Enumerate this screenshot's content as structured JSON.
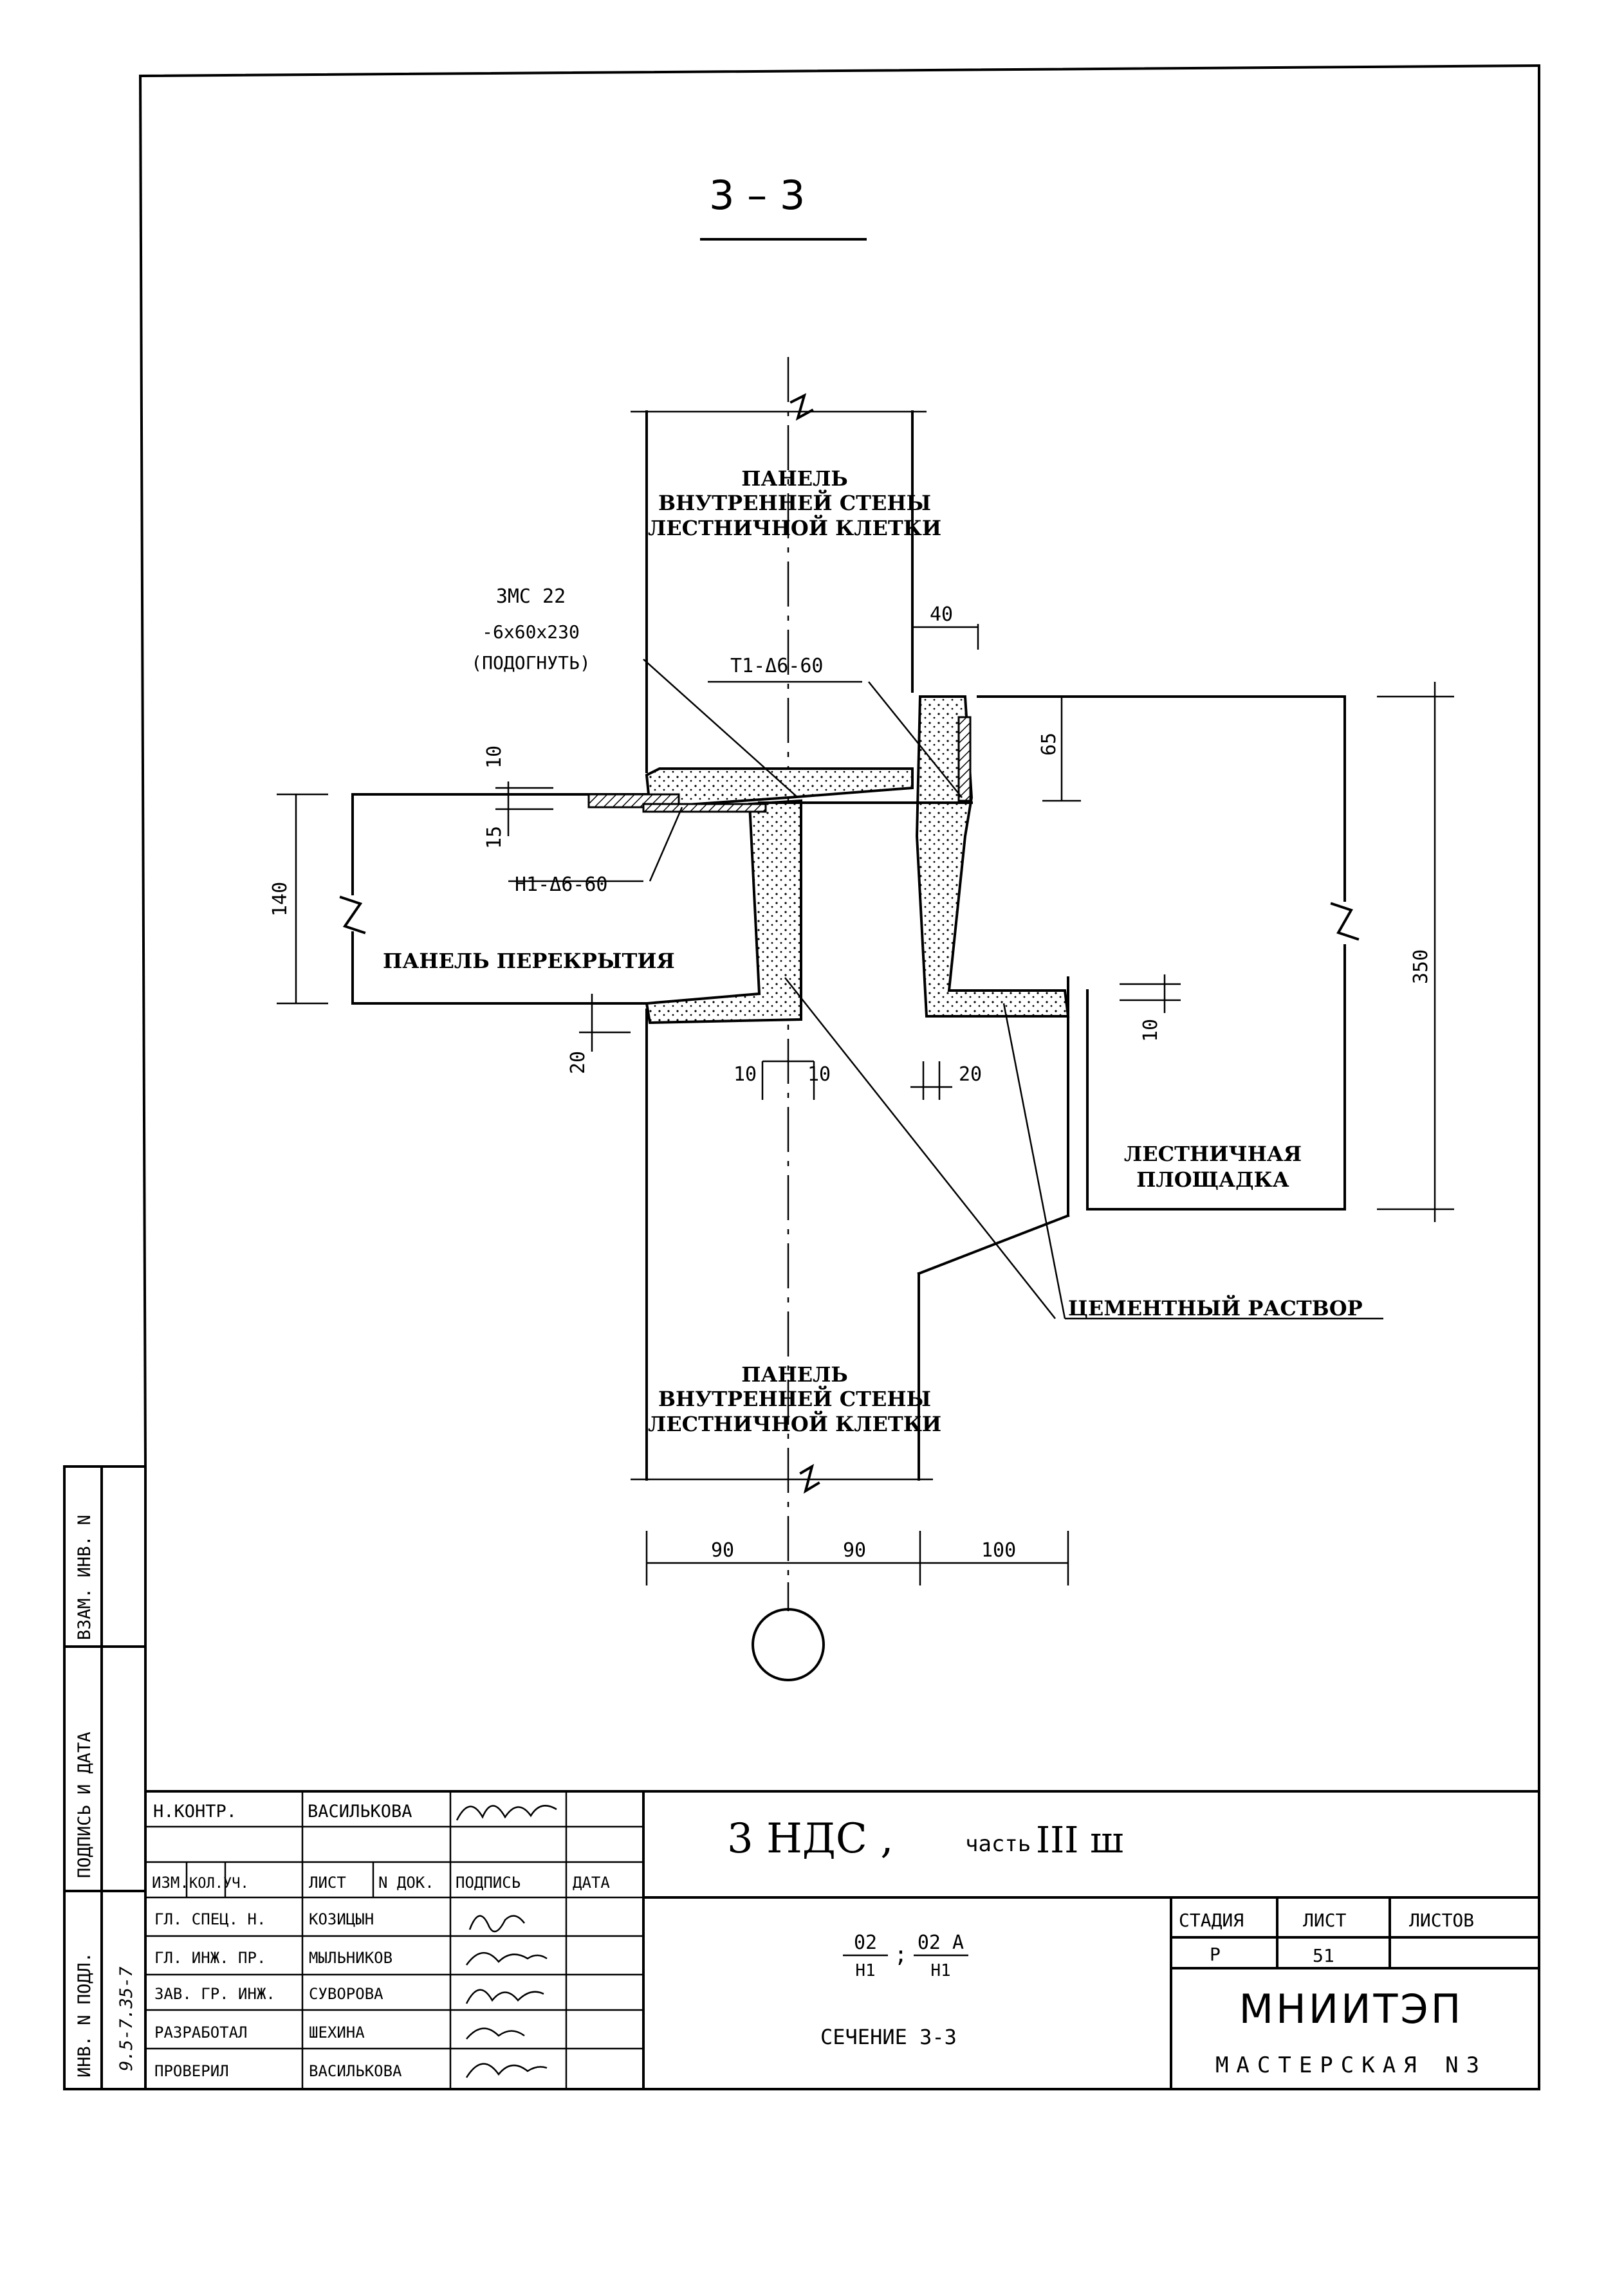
{
  "section_title": "3 – 3",
  "labels": {
    "upper_panel": [
      "ПАНЕЛЬ",
      "ВНУТРЕННЕЙ СТЕНЫ",
      "ЛЕСТНИЧНОЙ КЛЕТКИ"
    ],
    "lower_panel": [
      "ПАНЕЛЬ",
      "ВНУТРЕННЕЙ СТЕНЫ",
      "ЛЕСТНИЧНОЙ КЛЕТКИ"
    ],
    "floor_panel": "ПАНЕЛЬ ПЕРЕКРЫТИЯ",
    "landing": [
      "ЛЕСТНИЧНАЯ",
      "ПЛОЩАДКА"
    ],
    "mortar": "ЦЕМЕНТНЫЙ РАСТВОР",
    "zms": [
      "ЗМС 22",
      "-6х60х230",
      "(ПОДОГНУТЬ)"
    ],
    "t1": "Т1-Δ6-60",
    "n1": "Н1-Δ6-60"
  },
  "dimensions": {
    "d40": "40",
    "d65": "65",
    "d10_top": "10",
    "d15": "15",
    "d140": "140",
    "d20_left": "20",
    "d10a": "10",
    "d10b": "10",
    "d20_mid": "20",
    "d10_right": "10",
    "d350": "350",
    "d90a": "90",
    "d90b": "90",
    "d100": "100"
  },
  "side_stamp": {
    "vzam": "ВЗАМ. ИНВ. N",
    "podpis": "ПОДПИСЬ И ДАТА",
    "inv": "ИНВ. N ПОДЛ.",
    "inv_value": "9.5-7.35-7"
  },
  "title_block": {
    "n_kontr_label": "Н.КОНТР.",
    "n_kontr_name": "ВАСИЛЬКОВА",
    "headers": [
      "ИЗМ.",
      "КОЛ.УЧ.",
      "ЛИСТ",
      "N ДОК.",
      "ПОДПИСЬ",
      "ДАТА"
    ],
    "rows": [
      {
        "role": "ГЛ. СПЕЦ. Н.",
        "name": "КОЗИЦЫН"
      },
      {
        "role": "ГЛ. ИНЖ. ПР.",
        "name": "МЫЛЬНИКОВ"
      },
      {
        "role": "ЗАВ. ГР. ИНЖ.",
        "name": "СУВОРОВА"
      },
      {
        "role": "РАЗРАБОТАЛ",
        "name": "ШЕХИНА"
      },
      {
        "role": "ПРОВЕРИЛ",
        "name": "ВАСИЛЬКОВА"
      }
    ],
    "project": "3 НДС ,",
    "part": "часть",
    "part_num": "III ш",
    "code_a_top": "02",
    "code_a_bot": "Н1",
    "code_sep": ";",
    "code_b_top": "02 А",
    "code_b_bot": "Н1",
    "sheet_title": "СЕЧЕНИЕ 3-3",
    "stage_label": "СТАДИЯ",
    "stage_value": "Р",
    "sheet_label": "ЛИСТ",
    "sheet_value": "51",
    "sheets_label": "ЛИСТОВ",
    "sheets_value": "",
    "org": "МНИИТЭП",
    "workshop": "МАСТЕРСКАЯ N3"
  }
}
